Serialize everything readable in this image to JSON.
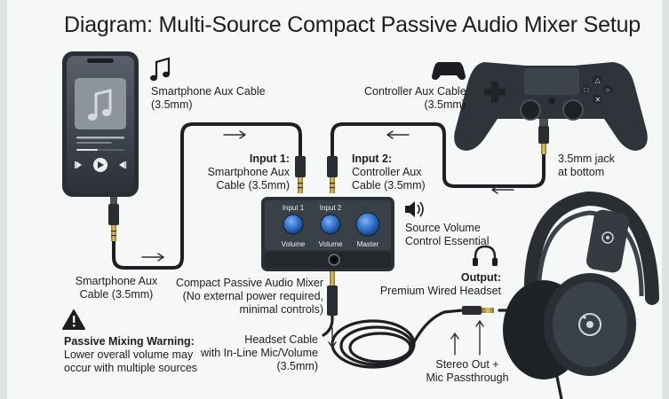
{
  "title": "Diagram: Multi-Source Compact Passive Audio Mixer Setup",
  "smartphone": {
    "cable_label_top": [
      "Smartphone Aux Cable",
      "(3.5mm)"
    ],
    "cable_label_bottom": [
      "Smartphone Aux",
      "Cable (3.5mm)"
    ]
  },
  "controller": {
    "cable_label": [
      "Controller Aux Cable",
      "(3.5mm)"
    ],
    "jack_note": [
      "3.5mm jack",
      "at bottom"
    ]
  },
  "input1": {
    "title": "Input 1:",
    "lines": [
      "Smartphone Aux",
      "Cable (3.5mm)"
    ]
  },
  "input2": {
    "title": "Input 2:",
    "lines": [
      "Controller Aux",
      "Cable (3.5mm)"
    ]
  },
  "mixer": {
    "knob_labels_top": [
      "Input 1",
      "Input 2"
    ],
    "knob_labels_bottom": [
      "Volume",
      "Volume",
      "Master"
    ],
    "name_lines": [
      "Compact Passive Audio Mixer",
      "(No external power required,",
      "minimal controls)"
    ]
  },
  "volume_note": [
    "Source Volume",
    "Control Essential"
  ],
  "output": {
    "title": "Output:",
    "line": "Premium Wired Headset"
  },
  "headset_cable": [
    "Headset Cable",
    "with In-Line Mic/Volume",
    "(3.5mm)"
  ],
  "stereo_out": [
    "Stereo Out +",
    "Mic Passthrough"
  ],
  "warning": {
    "title": "Passive Mixing Warning:",
    "lines": [
      "Lower overall volume may",
      "occur with multiple sources"
    ]
  },
  "icons": [
    "music-note-icon",
    "gamepad-icon",
    "speaker-icon",
    "headphones-icon",
    "warning-icon"
  ],
  "colors": {
    "knob_blue": "#2f6fc7",
    "device_dark": "#33383f",
    "cable": "#1d1f22",
    "plug_gold": "#c9a64a"
  }
}
